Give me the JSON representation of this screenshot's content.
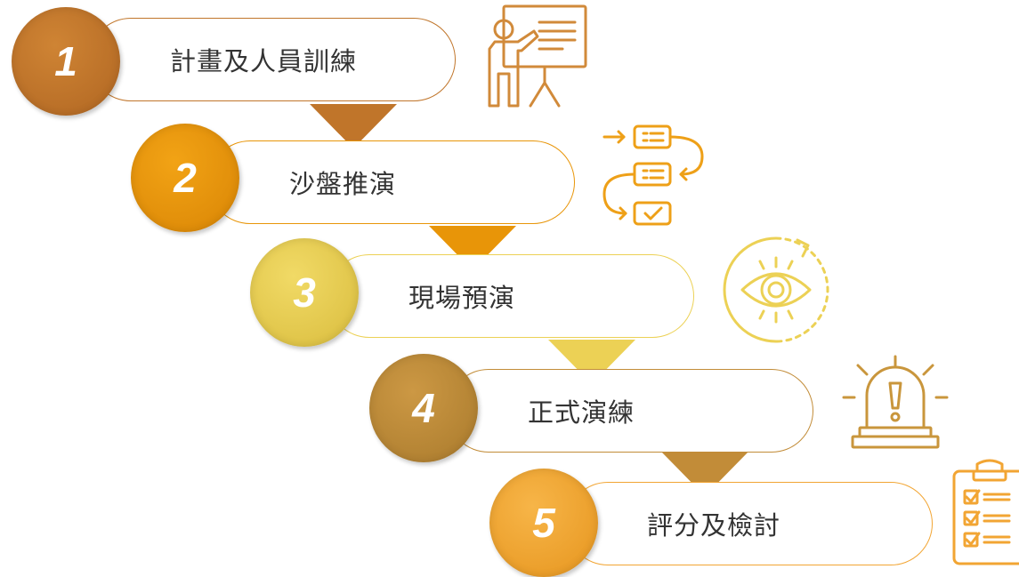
{
  "steps": [
    {
      "number": "1",
      "label": "計畫及人員訓練",
      "color": "#c0752a",
      "icon": "presentation-teacher-icon"
    },
    {
      "number": "2",
      "label": "沙盤推演",
      "color": "#e89508",
      "icon": "workflow-checklist-icon"
    },
    {
      "number": "3",
      "label": "現場預演",
      "color": "#ecd155",
      "icon": "eye-rotate-icon"
    },
    {
      "number": "4",
      "label": "正式演練",
      "color": "#c28c38",
      "icon": "alarm-siren-icon"
    },
    {
      "number": "5",
      "label": "評分及檢討",
      "color": "#f2a533",
      "icon": "clipboard-checklist-icon"
    }
  ]
}
